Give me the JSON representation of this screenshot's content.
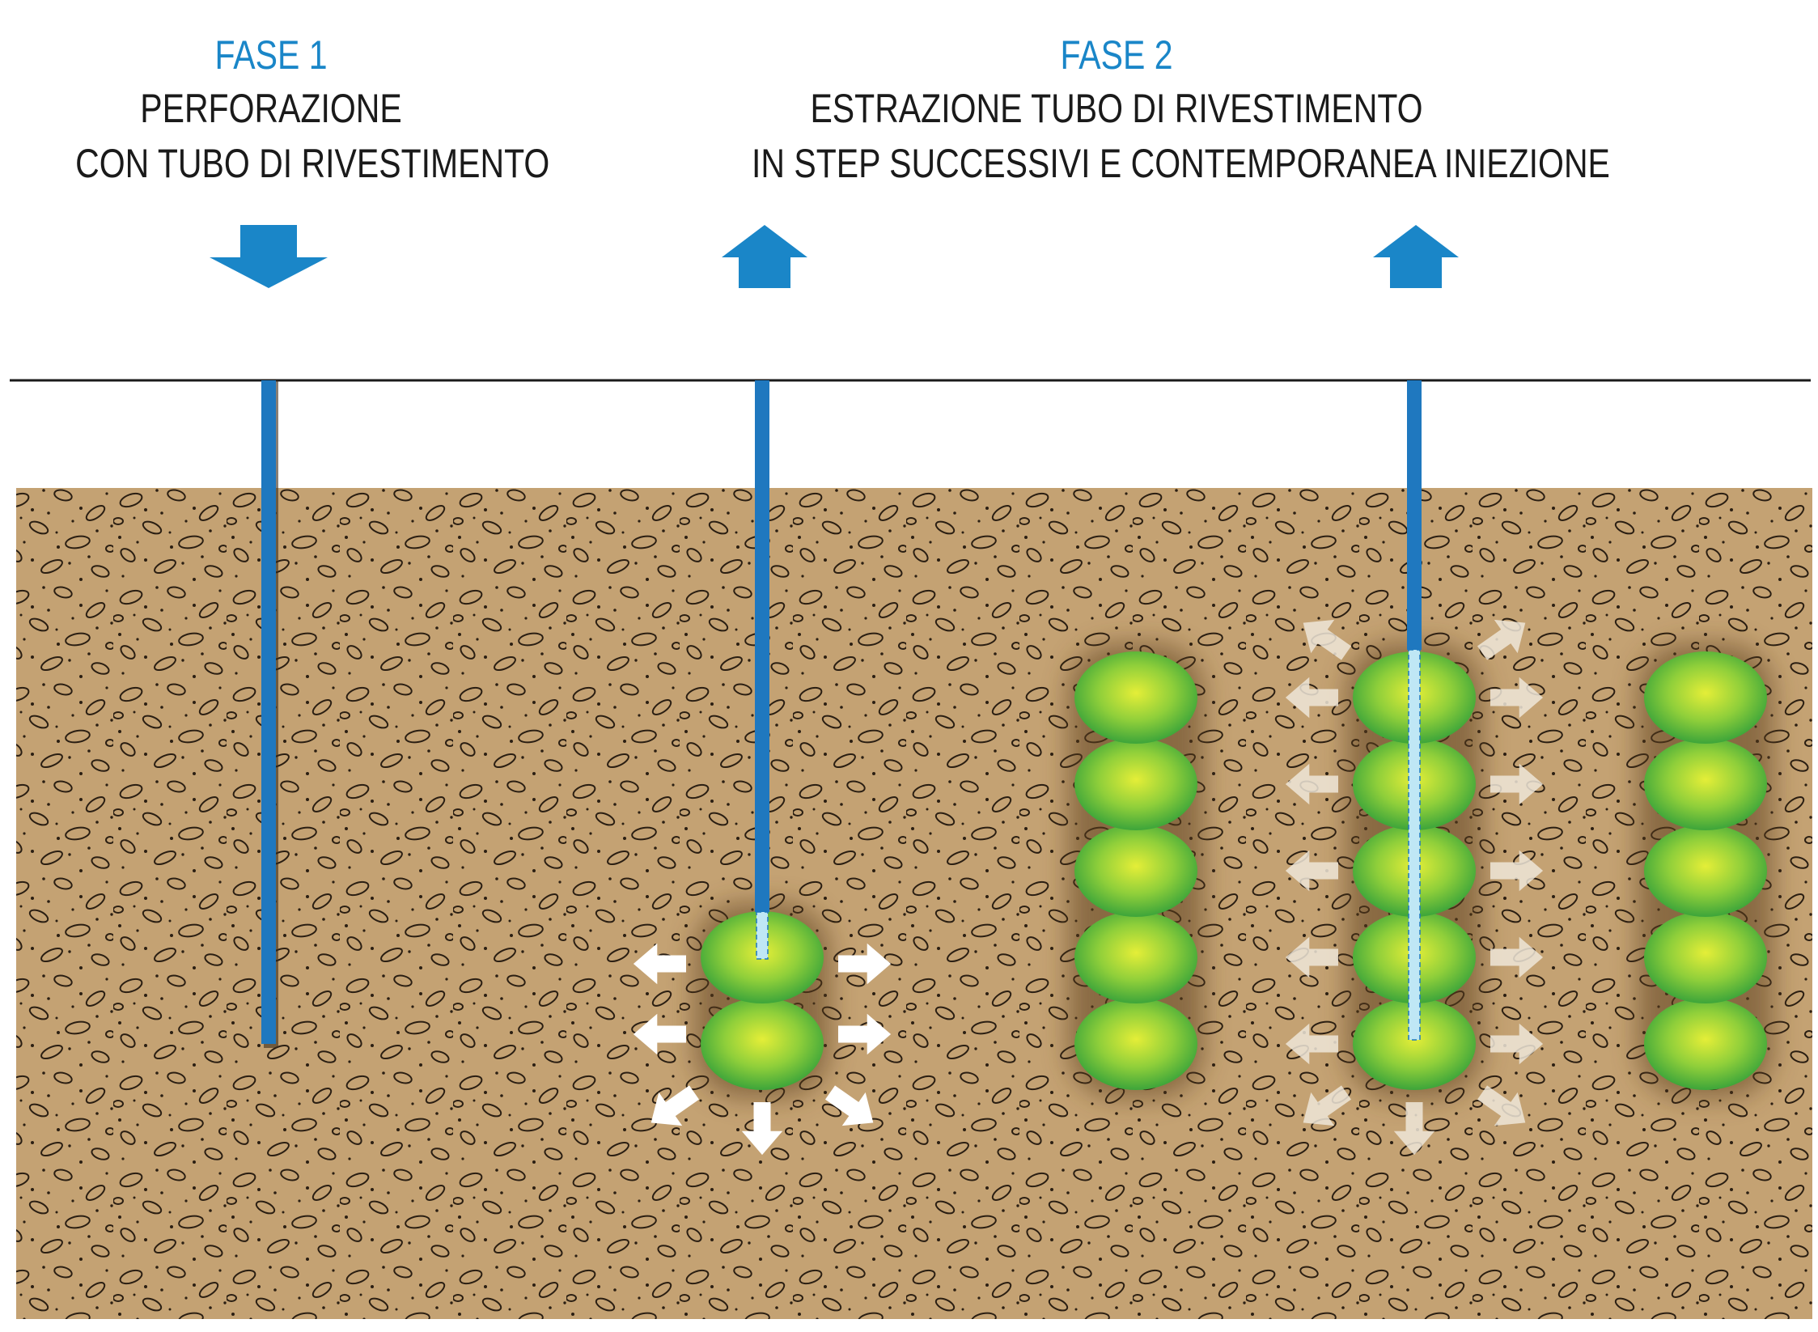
{
  "phase1": {
    "title": "FASE 1",
    "lines": [
      "PERFORAZIONE",
      "CON TUBO DI RIVESTIMENTO"
    ],
    "arrow": "down-arrow"
  },
  "phase2": {
    "title": "FASE 2",
    "lines": [
      "ESTRAZIONE TUBO DI RIVESTIMENTO",
      "IN STEP SUCCESSIVI E CONTEMPORANEA INIEZIONE"
    ],
    "arrow": "up-arrow"
  },
  "columns": [
    {
      "id": "column-1",
      "bulbs": 0,
      "pipe": "full",
      "injection": false
    },
    {
      "id": "column-2",
      "bulbs": 2,
      "pipe": "raised",
      "injection": true
    },
    {
      "id": "column-3",
      "bulbs": 5,
      "pipe": "none",
      "injection": false
    },
    {
      "id": "column-4",
      "bulbs": 5,
      "pipe": "raised",
      "injection": true
    },
    {
      "id": "column-5",
      "bulbs": 5,
      "pipe": "none",
      "injection": false
    }
  ],
  "colors": {
    "accent_blue": "#1a86c8",
    "pipe_blue": "#1f78bf",
    "soil": "#c4a273",
    "grout_light": "#d8ea3a",
    "grout_dark": "#3fae3a",
    "text": "#1a1a1a"
  }
}
